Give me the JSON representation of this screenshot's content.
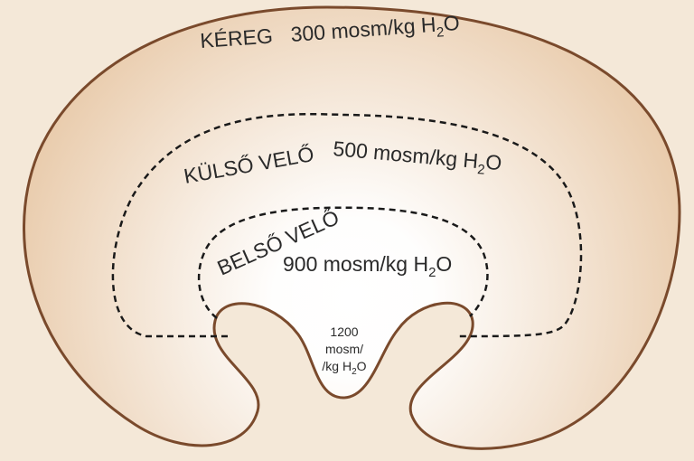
{
  "diagram": {
    "colors": {
      "background": "#f4e8d8",
      "kidney_outer": "#e8c9a8",
      "kidney_center": "#ffffff",
      "outline": "#7a4a2c",
      "boundary_dash": "#1a1a1a",
      "text": "#2a2a2a"
    },
    "zones": [
      {
        "id": "cortex",
        "name": "KÉREG",
        "value": "300 mosm/kg H",
        "subscript": "2",
        "suffix": "O"
      },
      {
        "id": "outer-medulla",
        "name": "KÜLSŐ VELŐ",
        "value": "500 mosm/kg H",
        "subscript": "2",
        "suffix": "O"
      },
      {
        "id": "inner-medulla",
        "name": "BELSŐ VELŐ",
        "value": "900 mosm/kg H",
        "subscript": "2",
        "suffix": "O"
      },
      {
        "id": "papilla",
        "line1": "1200",
        "line2": "mosm/",
        "line3": "/kg H",
        "subscript": "2",
        "suffix": "O"
      }
    ]
  }
}
